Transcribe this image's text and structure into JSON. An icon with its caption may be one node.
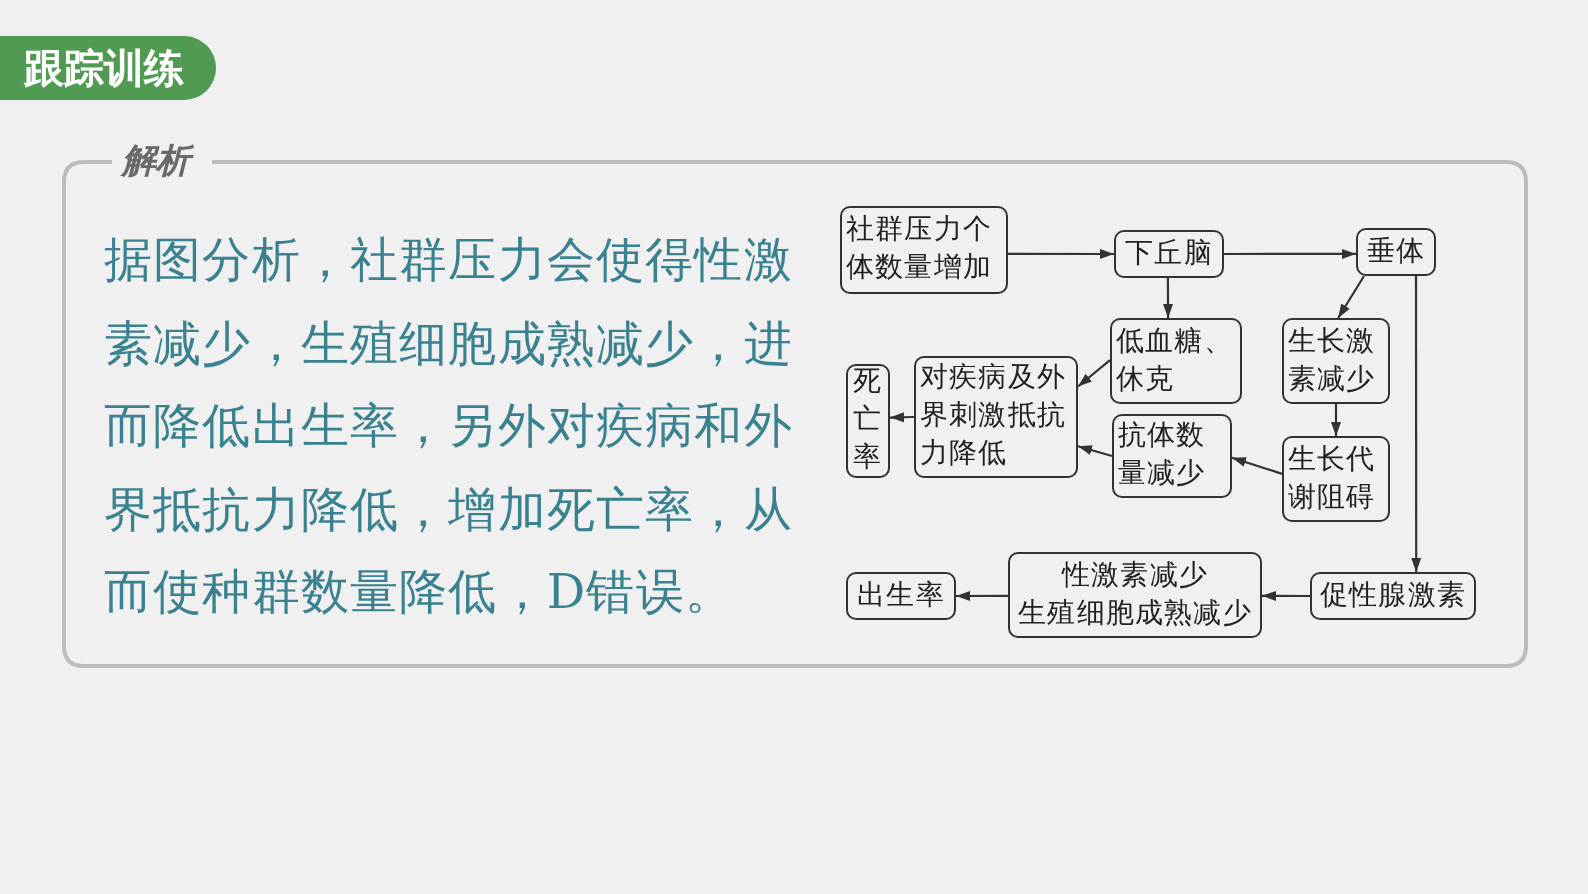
{
  "diagram": {
    "title": "跟踪训练",
    "nodes": [
      {
        "text": [
          "社群压力个体数量增加"
        ]
      },
      {
        "text": [
          "下丘脑"
        ]
      },
      {
        "text": [
          "垂体"
        ]
      },
      {
        "text": [
          "低血糖、休克"
        ]
      },
      {
        "text": [
          "生长激素减少"
        ]
      },
      {
        "text": [
          "死亡率"
        ]
      },
      {
        "text": [
          "对疾病及外界刺激抵抗力降低"
        ]
      },
      {
        "text": [
          "抗体数量减少"
        ]
      },
      {
        "text": [
          "生长代谢阻碍"
        ]
      },
      {
        "text": [
          "出生率"
        ]
      },
      {
        "text": [
          "性激素减少",
          "生殖细胞成熟减少"
        ]
      },
      {
        "text": [
          "促性腺激素"
        ]
      }
    ],
    "edges": [
      {
        "from": 0,
        "to": 1,
        "arrow": "to"
      },
      {
        "from": 1,
        "to": 2,
        "arrow": "to"
      },
      {
        "from": 1,
        "to": 3,
        "arrow": "to"
      },
      {
        "from": 2,
        "to": 4,
        "arrow": "to"
      },
      {
        "from": 2,
        "to": 11,
        "arrow": "to"
      },
      {
        "from": 3,
        "to": 6,
        "arrow": "to"
      },
      {
        "from": 4,
        "to": 8,
        "arrow": "to"
      },
      {
        "from": 8,
        "to": 7,
        "arrow": "to"
      },
      {
        "from": 7,
        "to": 6,
        "arrow": "to"
      },
      {
        "from": 6,
        "to": 5,
        "arrow": "to"
      },
      {
        "from": 11,
        "to": 10,
        "arrow": "to"
      },
      {
        "from": 10,
        "to": 9,
        "arrow": "to"
      }
    ],
    "labels": [
      "解析",
      "据图分析，社群压力会使得性激素减少，生殖细胞成熟减少，进而降低出生率，另外对疾病和外界抵抗力降低，增加死亡率，从而使种群数量降低，D错误。"
    ]
  }
}
